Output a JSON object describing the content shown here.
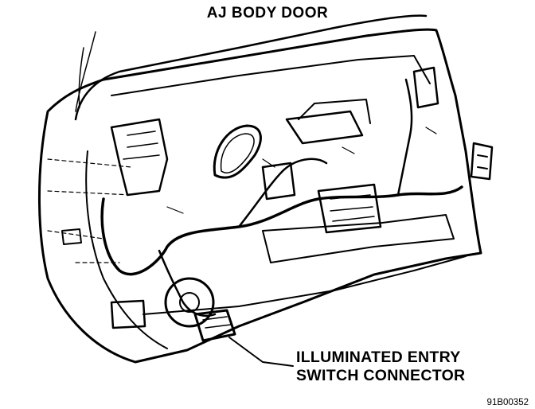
{
  "diagram": {
    "title": "AJ BODY DOOR",
    "callout": {
      "line1": "ILLUMINATED ENTRY",
      "line2": "SWITCH CONNECTOR"
    },
    "figure_code": "91B00352"
  },
  "colors": {
    "ink": "#000000",
    "paper": "#ffffff"
  }
}
